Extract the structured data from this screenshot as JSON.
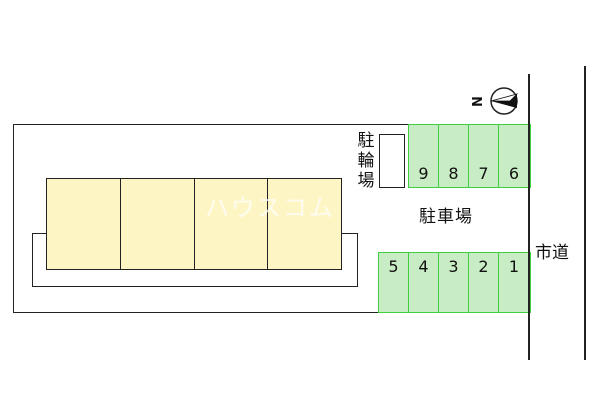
{
  "compass": {
    "north_label": "N",
    "icon": "compass-north-arrow-icon"
  },
  "bicycle_parking": {
    "label_line1": "駐",
    "label_line2": "輪",
    "label_line3": "場"
  },
  "parking": {
    "label": "駐車場",
    "top_row": [
      "9",
      "8",
      "7",
      "6"
    ],
    "bottom_row": [
      "5",
      "4",
      "3",
      "2",
      "1"
    ]
  },
  "road": {
    "label": "市道"
  },
  "building": {
    "units": 4
  },
  "watermark": {
    "text": "ハウスコム"
  },
  "colors": {
    "building_fill": "#fdf6c4",
    "parking_fill": "#c8ecc3",
    "parking_border": "#3fcf3f",
    "line": "#222222"
  }
}
